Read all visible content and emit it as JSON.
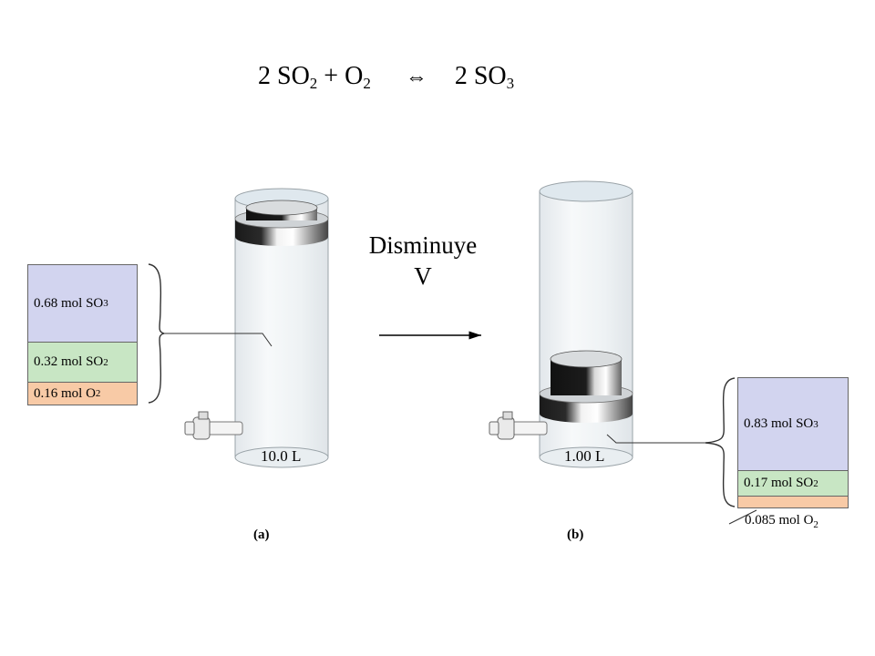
{
  "equation": {
    "coef1": "2 SO",
    "sub1": "2",
    "plus": " + O",
    "sub2": "2",
    "arrow": "⇔",
    "coef3": "2 SO",
    "sub3": "3"
  },
  "condition": {
    "line1": "Disminuye",
    "line2": "V"
  },
  "panel_a": {
    "label": "(a)",
    "volume": "10.0 L",
    "so3": {
      "text": "0.68 mol SO",
      "sub": "3"
    },
    "so2": {
      "text": "0.32 mol SO",
      "sub": "2"
    },
    "o2": {
      "text": "0.16 mol O",
      "sub": "2"
    }
  },
  "panel_b": {
    "label": "(b)",
    "volume": "1.00 L",
    "so3": {
      "text": "0.83 mol SO",
      "sub": "3"
    },
    "so2": {
      "text": "0.17 mol SO",
      "sub": "2"
    },
    "o2": {
      "text": "0.085 mol O",
      "sub": "2"
    }
  },
  "colors": {
    "so3_fill": "#d2d4ef",
    "so2_fill": "#c8e6c4",
    "o2_fill": "#f8caa6",
    "cylinder_glass": "#eef2f5",
    "piston_dark": "#1a1a1a"
  }
}
